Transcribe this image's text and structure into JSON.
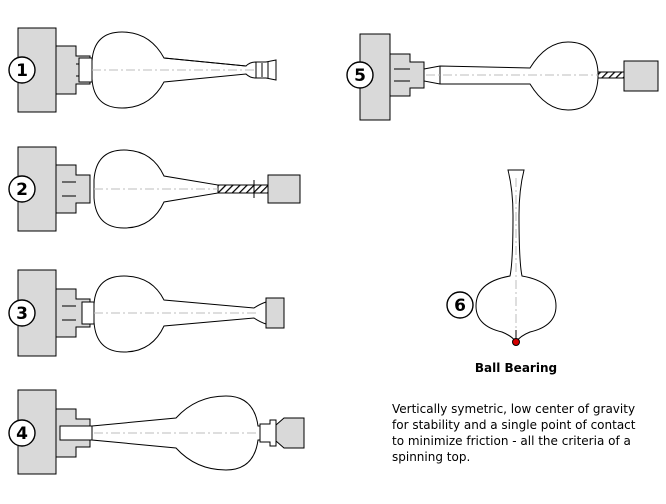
{
  "steps": [
    {
      "num": "1",
      "label": "1"
    },
    {
      "num": "2",
      "label": "2"
    },
    {
      "num": "3",
      "label": "3"
    },
    {
      "num": "4",
      "label": "4"
    },
    {
      "num": "5",
      "label": "5"
    },
    {
      "num": "6",
      "label": "6"
    }
  ],
  "ball_bearing_label": "Ball Bearing",
  "caption": "Vertically symetric, low center of gravity\nfor stability and a single point of contact\nto minimize friction - all the criteria of a\nspinning top.",
  "colors": {
    "chuck": "#d9d9d9",
    "outline": "#000000",
    "bearing": "#d40000",
    "centerline": "#bdbdbd"
  }
}
